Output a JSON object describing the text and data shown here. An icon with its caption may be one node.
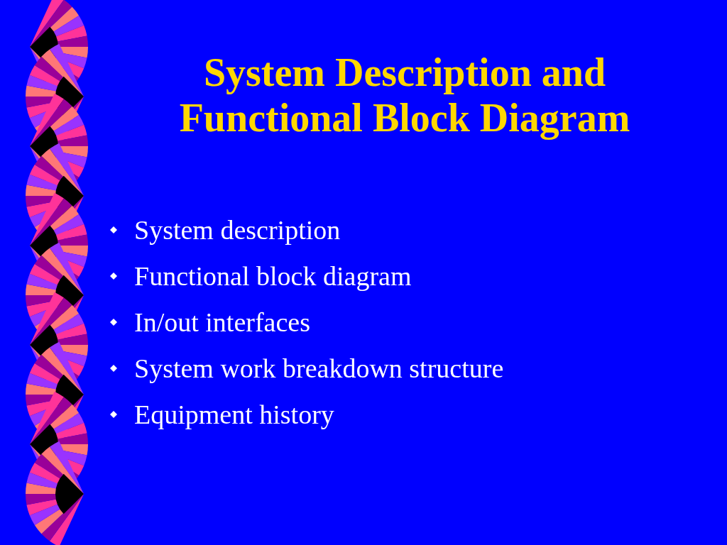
{
  "diagram": {
    "title": "System Description and Functional Block Diagram",
    "labels": [
      "System description",
      "Functional block diagram",
      "In/out interfaces",
      "System work breakdown structure",
      "Equipment history"
    ]
  }
}
